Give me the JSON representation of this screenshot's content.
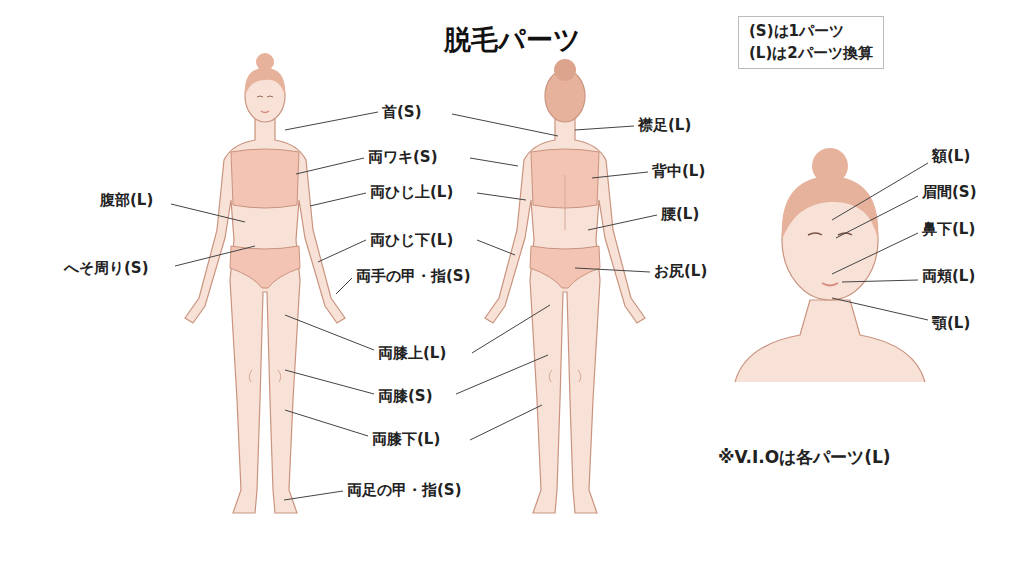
{
  "diagram": {
    "title": "脱毛パーツ",
    "nodes": [
      {
        "text": [
          "(S)は1パーツ",
          "(L)は2パーツ換算"
        ]
      }
    ],
    "labels": [
      "首(S)",
      "両ワキ(S)",
      "腹部(L)",
      "両ひじ上(L)",
      "両ひじ下(L)",
      "へそ周り(S)",
      "両手の甲・指(S)",
      "両膝上(L)",
      "両膝(S)",
      "両膝下(L)",
      "両足の甲・指(S)",
      "襟足(L)",
      "背中(L)",
      "腰(L)",
      "お尻(L)",
      "額(L)",
      "眉間(S)",
      "鼻下(L)",
      "両頬(L)",
      "顎(L)",
      "※V.I.Oは各パーツ(L)"
    ]
  }
}
